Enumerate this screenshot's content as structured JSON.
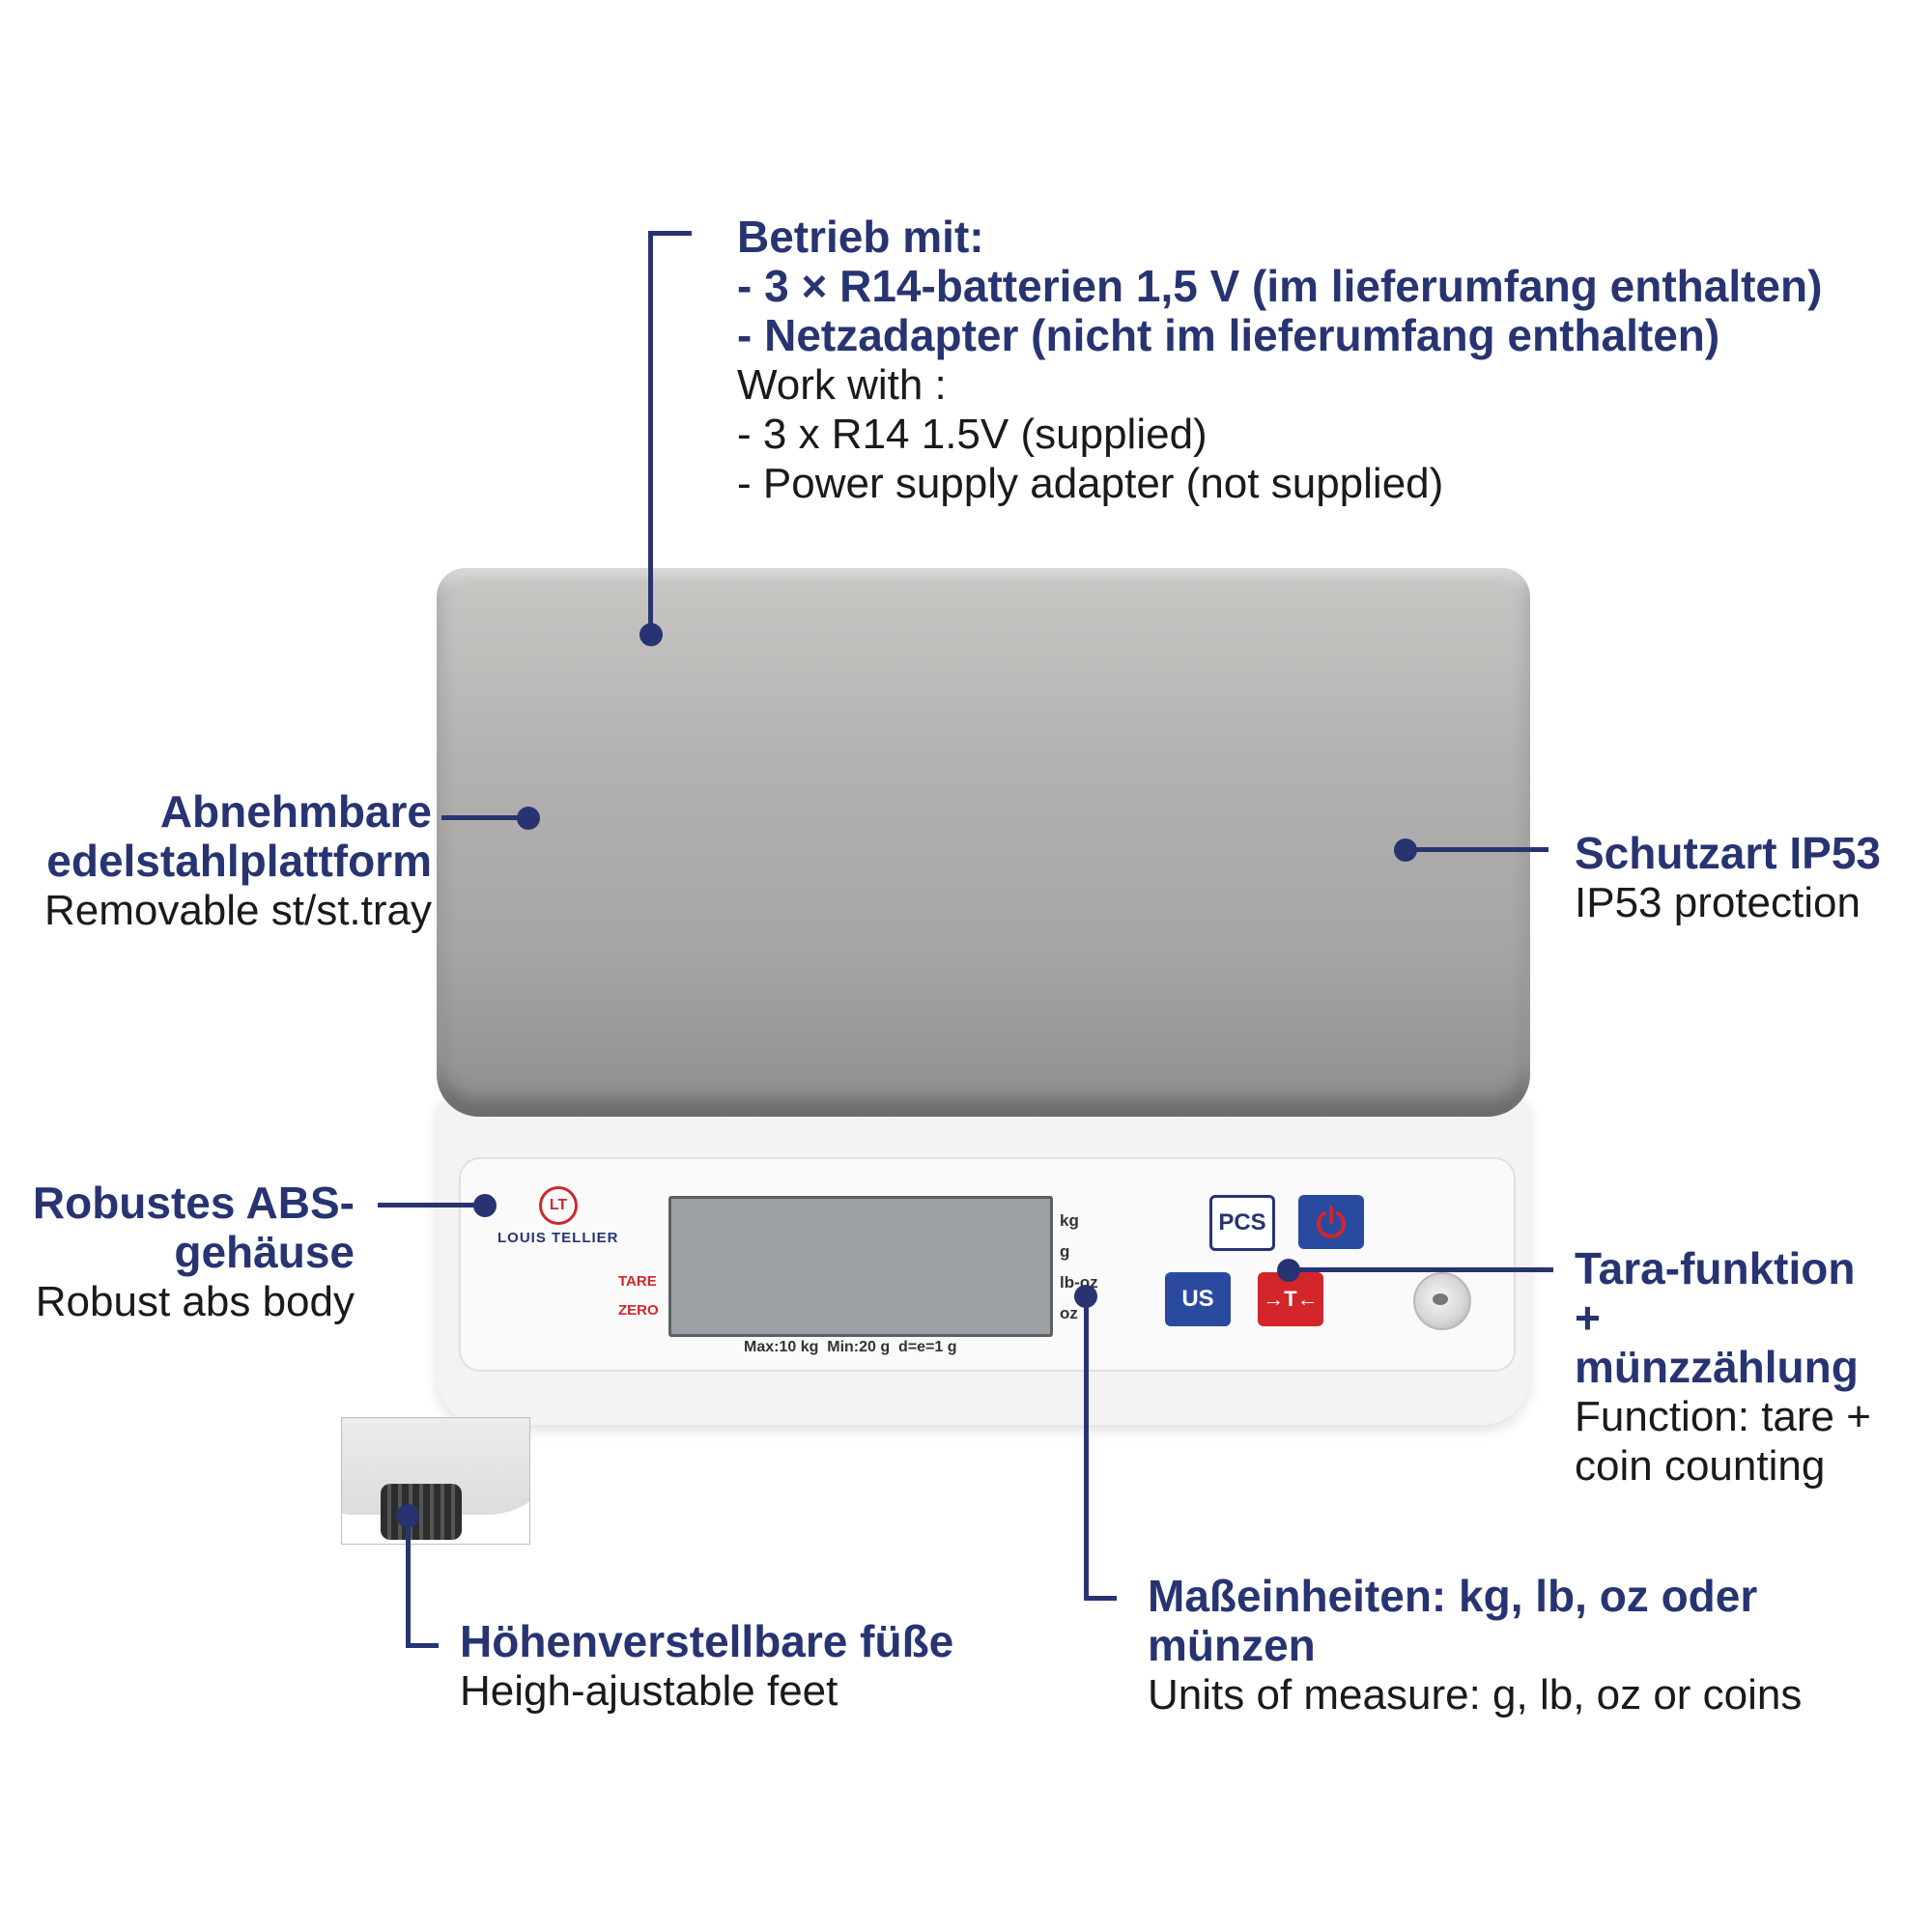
{
  "callouts": {
    "power": {
      "de": [
        "Betrieb mit:",
        "- 3 × R14-batterien 1,5 V (im lieferumfang enthalten)",
        "- Netzadapter (nicht im lieferumfang enthalten)"
      ],
      "en": [
        "Work with :",
        "- 3 x R14 1.5V (supplied)",
        "- Power supply adapter (not supplied)"
      ]
    },
    "tray": {
      "de": [
        "Abnehmbare",
        "edelstahlplattform"
      ],
      "en": [
        "Removable st/st.tray"
      ]
    },
    "ip": {
      "de": [
        "Schutzart IP53"
      ],
      "en": [
        "IP53 protection"
      ]
    },
    "body": {
      "de": [
        "Robustes ABS-",
        "gehäuse"
      ],
      "en": [
        "Robust abs body"
      ]
    },
    "tare": {
      "de": [
        "Tara-funktion",
        "+",
        "münzzählung"
      ],
      "en": [
        "Function: tare +",
        "coin counting"
      ]
    },
    "feet": {
      "de": [
        "Höhenverstellbare füße"
      ],
      "en": [
        "Heigh-ajustable feet"
      ]
    },
    "units": {
      "de": [
        "Maßeinheiten: kg, lb, oz oder",
        "münzen"
      ],
      "en": [
        "Units of measure: g, lb, oz or coins"
      ]
    }
  },
  "scale": {
    "logo_initials": "LT",
    "brand": "LOUIS TELLIER",
    "tare_label": "TARE",
    "zero_label": "ZERO",
    "units": [
      "kg",
      "g",
      "lb-oz",
      "oz"
    ],
    "spec": "Max:10 kg  Min:20 g  d=e=1 g",
    "buttons": {
      "pcs": "PCS",
      "us": "US",
      "tare": "→T←"
    }
  },
  "colors": {
    "accent": "#283472",
    "red": "#d2262b",
    "blue_button": "#2a4aa0"
  }
}
